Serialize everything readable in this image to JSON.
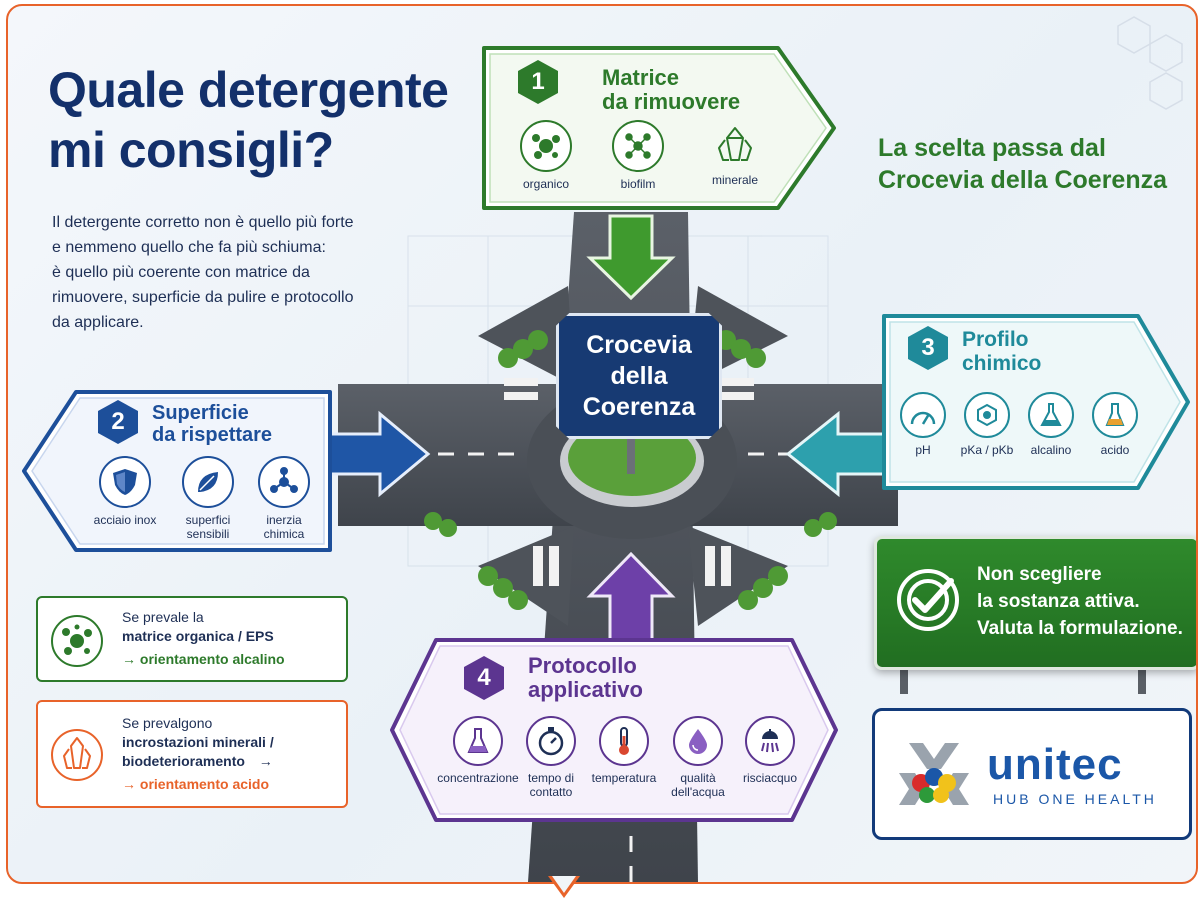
{
  "header": {
    "title_line1": "Quale detergente",
    "title_line2": "mi consigli?",
    "intro_lines": [
      "Il detergente corretto non è quello più forte",
      "e nemmeno quello che fa più schiuma:",
      "è quello più coerente con matrice da",
      "rimuovere, superficie da pulire e protocollo",
      "da applicare."
    ],
    "tagline_line1": "La scelta passa dal",
    "tagline_line2": "Crocevia della Coerenza"
  },
  "center_sign": {
    "line1": "Crocevia",
    "line2": "della",
    "line3": "Coerenza"
  },
  "signs": {
    "matrice": {
      "number": "1",
      "title_line1": "Matrice",
      "title_line2": "da rimuovere",
      "color": "#2d7a2b",
      "items": [
        {
          "label": "organico",
          "icon": "microbe-icon"
        },
        {
          "label": "biofilm",
          "icon": "network-icon"
        },
        {
          "label": "minerale",
          "icon": "crystal-icon"
        }
      ]
    },
    "superficie": {
      "number": "2",
      "title_line1": "Superficie",
      "title_line2": "da rispettare",
      "color": "#1d4f9a",
      "items": [
        {
          "label": "acciaio inox",
          "icon": "shield-icon"
        },
        {
          "label_line1": "superfici",
          "label_line2": "sensibili",
          "icon": "leaf-icon"
        },
        {
          "label_line1": "inerzia",
          "label_line2": "chimica",
          "icon": "molecule-icon"
        }
      ]
    },
    "profilo": {
      "number": "3",
      "title_line1": "Profilo",
      "title_line2": "chimico",
      "color": "#1f8a9a",
      "items": [
        {
          "label": "pH",
          "icon": "gauge-icon"
        },
        {
          "label": "pKa / pKb",
          "icon": "structure-icon"
        },
        {
          "label": "alcalino",
          "icon": "flask-icon"
        },
        {
          "label": "acido",
          "icon": "beaker-icon"
        }
      ]
    },
    "protocollo": {
      "number": "4",
      "title_line1": "Protocollo",
      "title_line2": "applicativo",
      "color": "#5c3590",
      "items": [
        {
          "label": "concentrazione",
          "icon": "flask-icon"
        },
        {
          "label_line1": "tempo di",
          "label_line2": "contatto",
          "icon": "stopwatch-icon"
        },
        {
          "label": "temperatura",
          "icon": "thermometer-icon"
        },
        {
          "label_line1": "qualità",
          "label_line2": "dell'acqua",
          "icon": "water-drop-icon"
        },
        {
          "label": "risciacquo",
          "icon": "shower-icon"
        }
      ]
    }
  },
  "info_boxes": {
    "organica": {
      "line1": "Se prevale la",
      "line2": "matrice organica / EPS",
      "result": "→ orientamento alcalino",
      "color": "#2d7a2b"
    },
    "minerale": {
      "line1": "Se prevalgono",
      "line2": "incrostazioni minerali /",
      "line3": "biodeterioramento",
      "line3_arrow": "→",
      "result": "→ orientamento acido",
      "color": "#e8632a"
    }
  },
  "highway_sign": {
    "line1": "Non scegliere",
    "line2": "la sostanza attiva.",
    "line3": "Valuta la formulazione.",
    "icon": "check-target-icon"
  },
  "logo": {
    "word": "unitec",
    "subtitle": "HUB ONE HEALTH",
    "icon": "unitec-logo-icon"
  },
  "colors": {
    "navy": "#13306b",
    "accent_orange": "#e8632a",
    "green": "#2d7a2b",
    "blue": "#1d4f9a",
    "teal": "#1f8a9a",
    "purple": "#5c3590"
  }
}
